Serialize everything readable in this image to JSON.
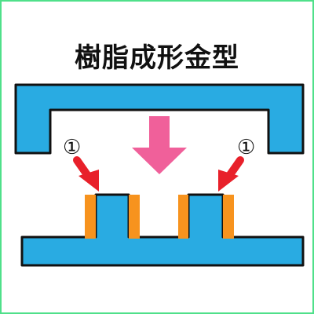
{
  "title": "樹脂成形金型",
  "markers": {
    "left_label": "①",
    "right_label": "①"
  },
  "colors": {
    "frame": "#4fe08a",
    "mold": "#29abe2",
    "outline": "#111111",
    "resin": "#f7931e",
    "press_arrow": "#f0609a",
    "marker_arrow": "#e8202a"
  }
}
